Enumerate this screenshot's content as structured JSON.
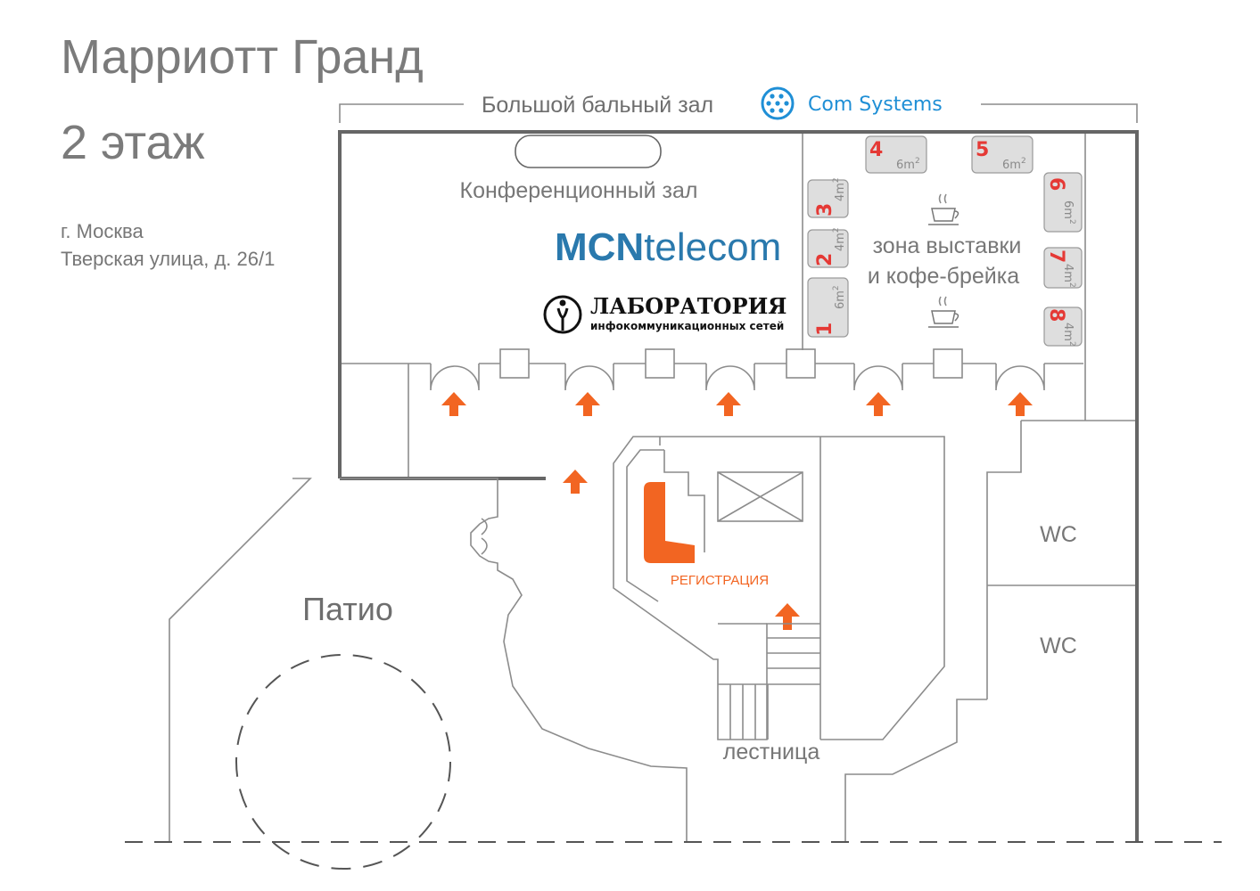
{
  "title": {
    "line1": "Марриотт Гранд",
    "line2": "2 этаж"
  },
  "address": {
    "city": "г. Москва",
    "street": "Тверская улица, д. 26/1"
  },
  "ballroom_label": "Большой бальный зал",
  "sponsors": {
    "com_systems": "Com Systems",
    "mcn_part1": "MCN",
    "mcn_part2": "telecom",
    "lab_title": "ЛАБОРАТОРИЯ",
    "lab_subtitle": "инфокоммуникационных сетей"
  },
  "rooms": {
    "conference": "Конференционный зал",
    "expo_line1": "зона выставки",
    "expo_line2": "и кофе-брейка",
    "registration": "РЕГИСТРАЦИЯ",
    "stairs": "лестница",
    "patio": "Патио",
    "wc_1": "WC",
    "wc_2": "WC"
  },
  "booths": [
    {
      "number": "1",
      "area": "6m",
      "area_power": "2"
    },
    {
      "number": "2",
      "area": "4m",
      "area_power": "2"
    },
    {
      "number": "3",
      "area": "4m",
      "area_power": "2"
    },
    {
      "number": "4",
      "area": "6m",
      "area_power": "2"
    },
    {
      "number": "5",
      "area": "6m",
      "area_power": "2"
    },
    {
      "number": "6",
      "area": "6m",
      "area_power": "2"
    },
    {
      "number": "7",
      "area": "4m",
      "area_power": "2"
    },
    {
      "number": "8",
      "area": "4m",
      "area_power": "2"
    }
  ],
  "colors": {
    "accent_orange": "#f26522",
    "booth_number_red": "#e53935",
    "mcn_blue": "#2a79ad",
    "com_systems_blue": "#1f8fd6"
  },
  "icons": [
    "coffee-cup-icon",
    "com-systems-logo-icon",
    "laboratory-logo-icon",
    "direction-arrow-icon",
    "elevator-icon"
  ]
}
